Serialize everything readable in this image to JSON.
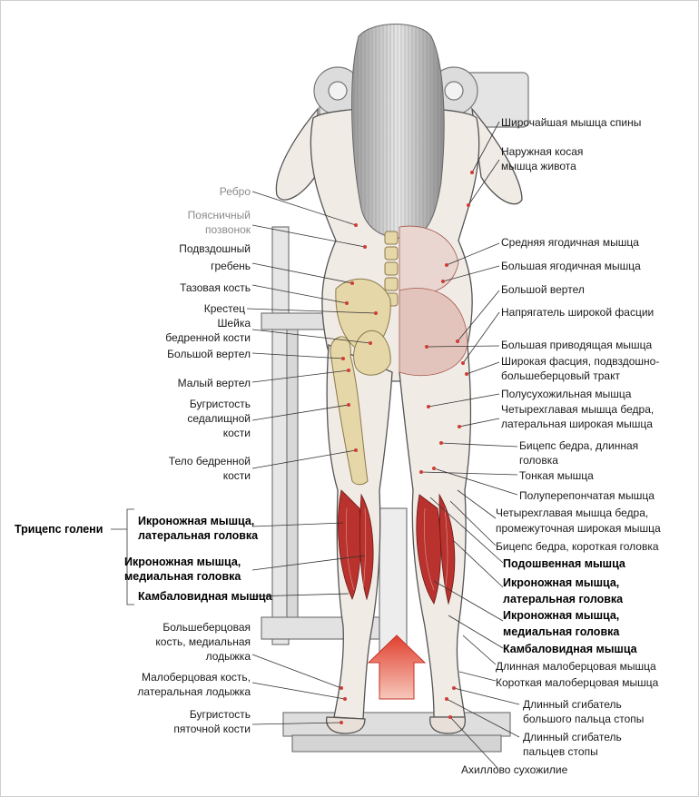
{
  "labels_left": {
    "rebro": "Ребро",
    "poyasn1": "Поясничный",
    "poyasn2": "позвонок",
    "podvzd1": "Подвздошный",
    "podvzd2": "гребень",
    "tazovaya": "Тазовая кость",
    "krestets": "Крестец",
    "sheyka1": "Шейка",
    "sheyka2": "бедренной кости",
    "bolshoy_vertel": "Большой вертел",
    "maly_vertel": "Малый вертел",
    "bugr1": "Бугристость",
    "bugr2": "седалищной",
    "bugr3": "кости",
    "telo1": "Тело бедренной",
    "telo2": "кости",
    "triceps": "Трицепс голени",
    "ikr_lat1": "Икроножная мышца,",
    "ikr_lat2": "латеральная головка",
    "ikr_med1": "Икроножная мышца,",
    "ikr_med2": "медиальная головка",
    "kambal": "Камбаловидная мышца",
    "bolsheb1": "Большеберцовая",
    "bolsheb2": "кость, медиальная",
    "bolsheb3": "лодыжка",
    "malob1": "Малоберцовая кость,",
    "malob2": "латеральная лодыжка",
    "pyat1": "Бугристость",
    "pyat2": "пяточной кости"
  },
  "labels_right": {
    "shirok": "Широчайшая мышца спины",
    "kosaya1": "Наружная косая",
    "kosaya2": "мышца живота",
    "sred_yag": "Средняя ягодичная мышца",
    "bol_yag": "Большая ягодичная мышца",
    "bol_vertel": "Большой вертел",
    "napryag": "Напрягатель широкой фасции",
    "bol_privod": "Большая приводящая мышца",
    "shir_fasc1": "Широкая фасция, подвздошно-",
    "shir_fasc2": "большеберцовый тракт",
    "polusuh": "Полусухожильная мышца",
    "chetyr1": "Четырехглавая мышца бедра,",
    "chetyr2": "латеральная широкая мышца",
    "biceps_dl1": "Бицепс бедра, длинная",
    "biceps_dl2": "головка",
    "tonkaya": "Тонкая мышца",
    "poluper": "Полуперепончатая мышца",
    "chetyr_pr1": "Четырехглавая мышца бедра,",
    "chetyr_pr2": "промежуточная широкая мышца",
    "biceps_kor": "Бицепс бедра, короткая головка",
    "podoshv": "Подошвенная мышца",
    "ikr_lat1": "Икроножная мышца,",
    "ikr_lat2": "латеральная головка",
    "ikr_med1": "Икроножная мышца,",
    "ikr_med2": "медиальная головка",
    "kambal": "Камбаловидная мышца",
    "dl_malob": "Длинная малоберцовая мышца",
    "kor_malob": "Короткая малоберцовая мышца",
    "dl_sgib1_1": "Длинный сгибатель",
    "dl_sgib1_2": "большого пальца стопы",
    "dl_sgib2_1": "Длинный сгибатель",
    "dl_sgib2_2": "пальцев стопы",
    "ahill": "Ахиллово сухожилие"
  },
  "colors": {
    "muscle": "#b9322e",
    "muscle_light": "#d98a7c",
    "bone": "#e6d7a9",
    "arrow": "#e0402e",
    "line": "#333333",
    "label_gray": "#8a8a8a"
  }
}
